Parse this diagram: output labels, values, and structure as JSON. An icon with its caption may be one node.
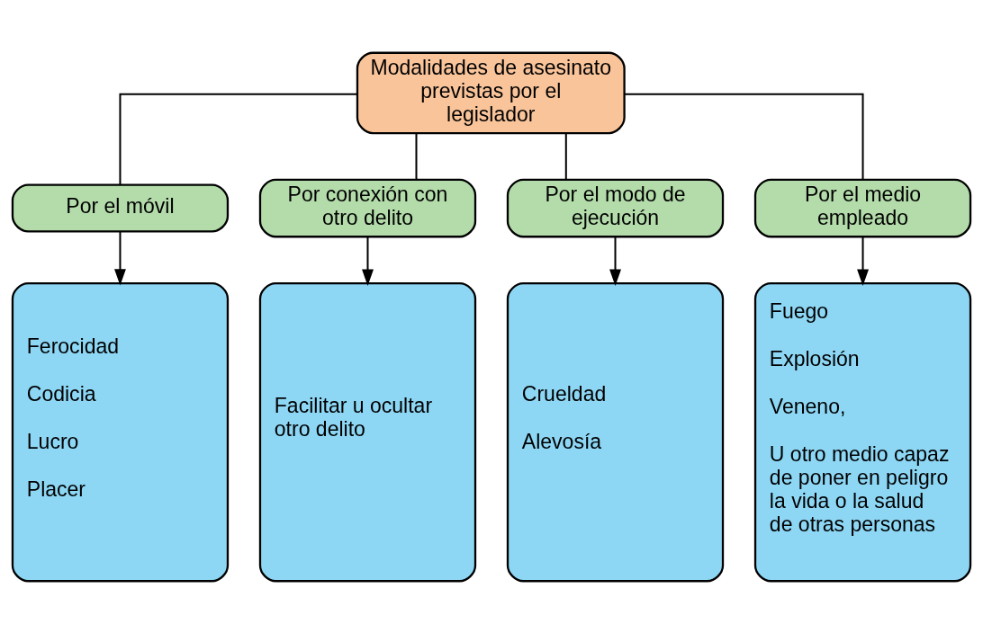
{
  "diagram": {
    "nodes": [
      {
        "text": [
          "Modalidades de asesinato previstas por el legislador"
        ]
      },
      {
        "text": [
          "Por el móvil"
        ]
      },
      {
        "text": [
          "Por conexión con otro delito"
        ]
      },
      {
        "text": [
          "Por el modo de ejecución"
        ]
      },
      {
        "text": [
          "Por el medio empleado"
        ]
      },
      {
        "text": [
          "Ferocidad",
          "Codicia",
          "Lucro",
          "Placer"
        ]
      },
      {
        "text": [
          "Facilitar u ocultar otro delito"
        ]
      },
      {
        "text": [
          "Crueldad",
          "Alevosía"
        ]
      },
      {
        "text": [
          "Fuego",
          "Explosión",
          "Veneno,",
          "U otro medio capaz de poner en peligro la vida o la salud de otras personas"
        ]
      }
    ],
    "edges": [
      {
        "from": 0,
        "to": 1,
        "arrow": "none"
      },
      {
        "from": 0,
        "to": 2,
        "arrow": "none"
      },
      {
        "from": 0,
        "to": 3,
        "arrow": "none"
      },
      {
        "from": 0,
        "to": 4,
        "arrow": "none"
      },
      {
        "from": 1,
        "to": 5,
        "arrow": "to"
      },
      {
        "from": 2,
        "to": 6,
        "arrow": "to"
      },
      {
        "from": 3,
        "to": 7,
        "arrow": "to"
      },
      {
        "from": 4,
        "to": 8,
        "arrow": "to"
      }
    ]
  }
}
